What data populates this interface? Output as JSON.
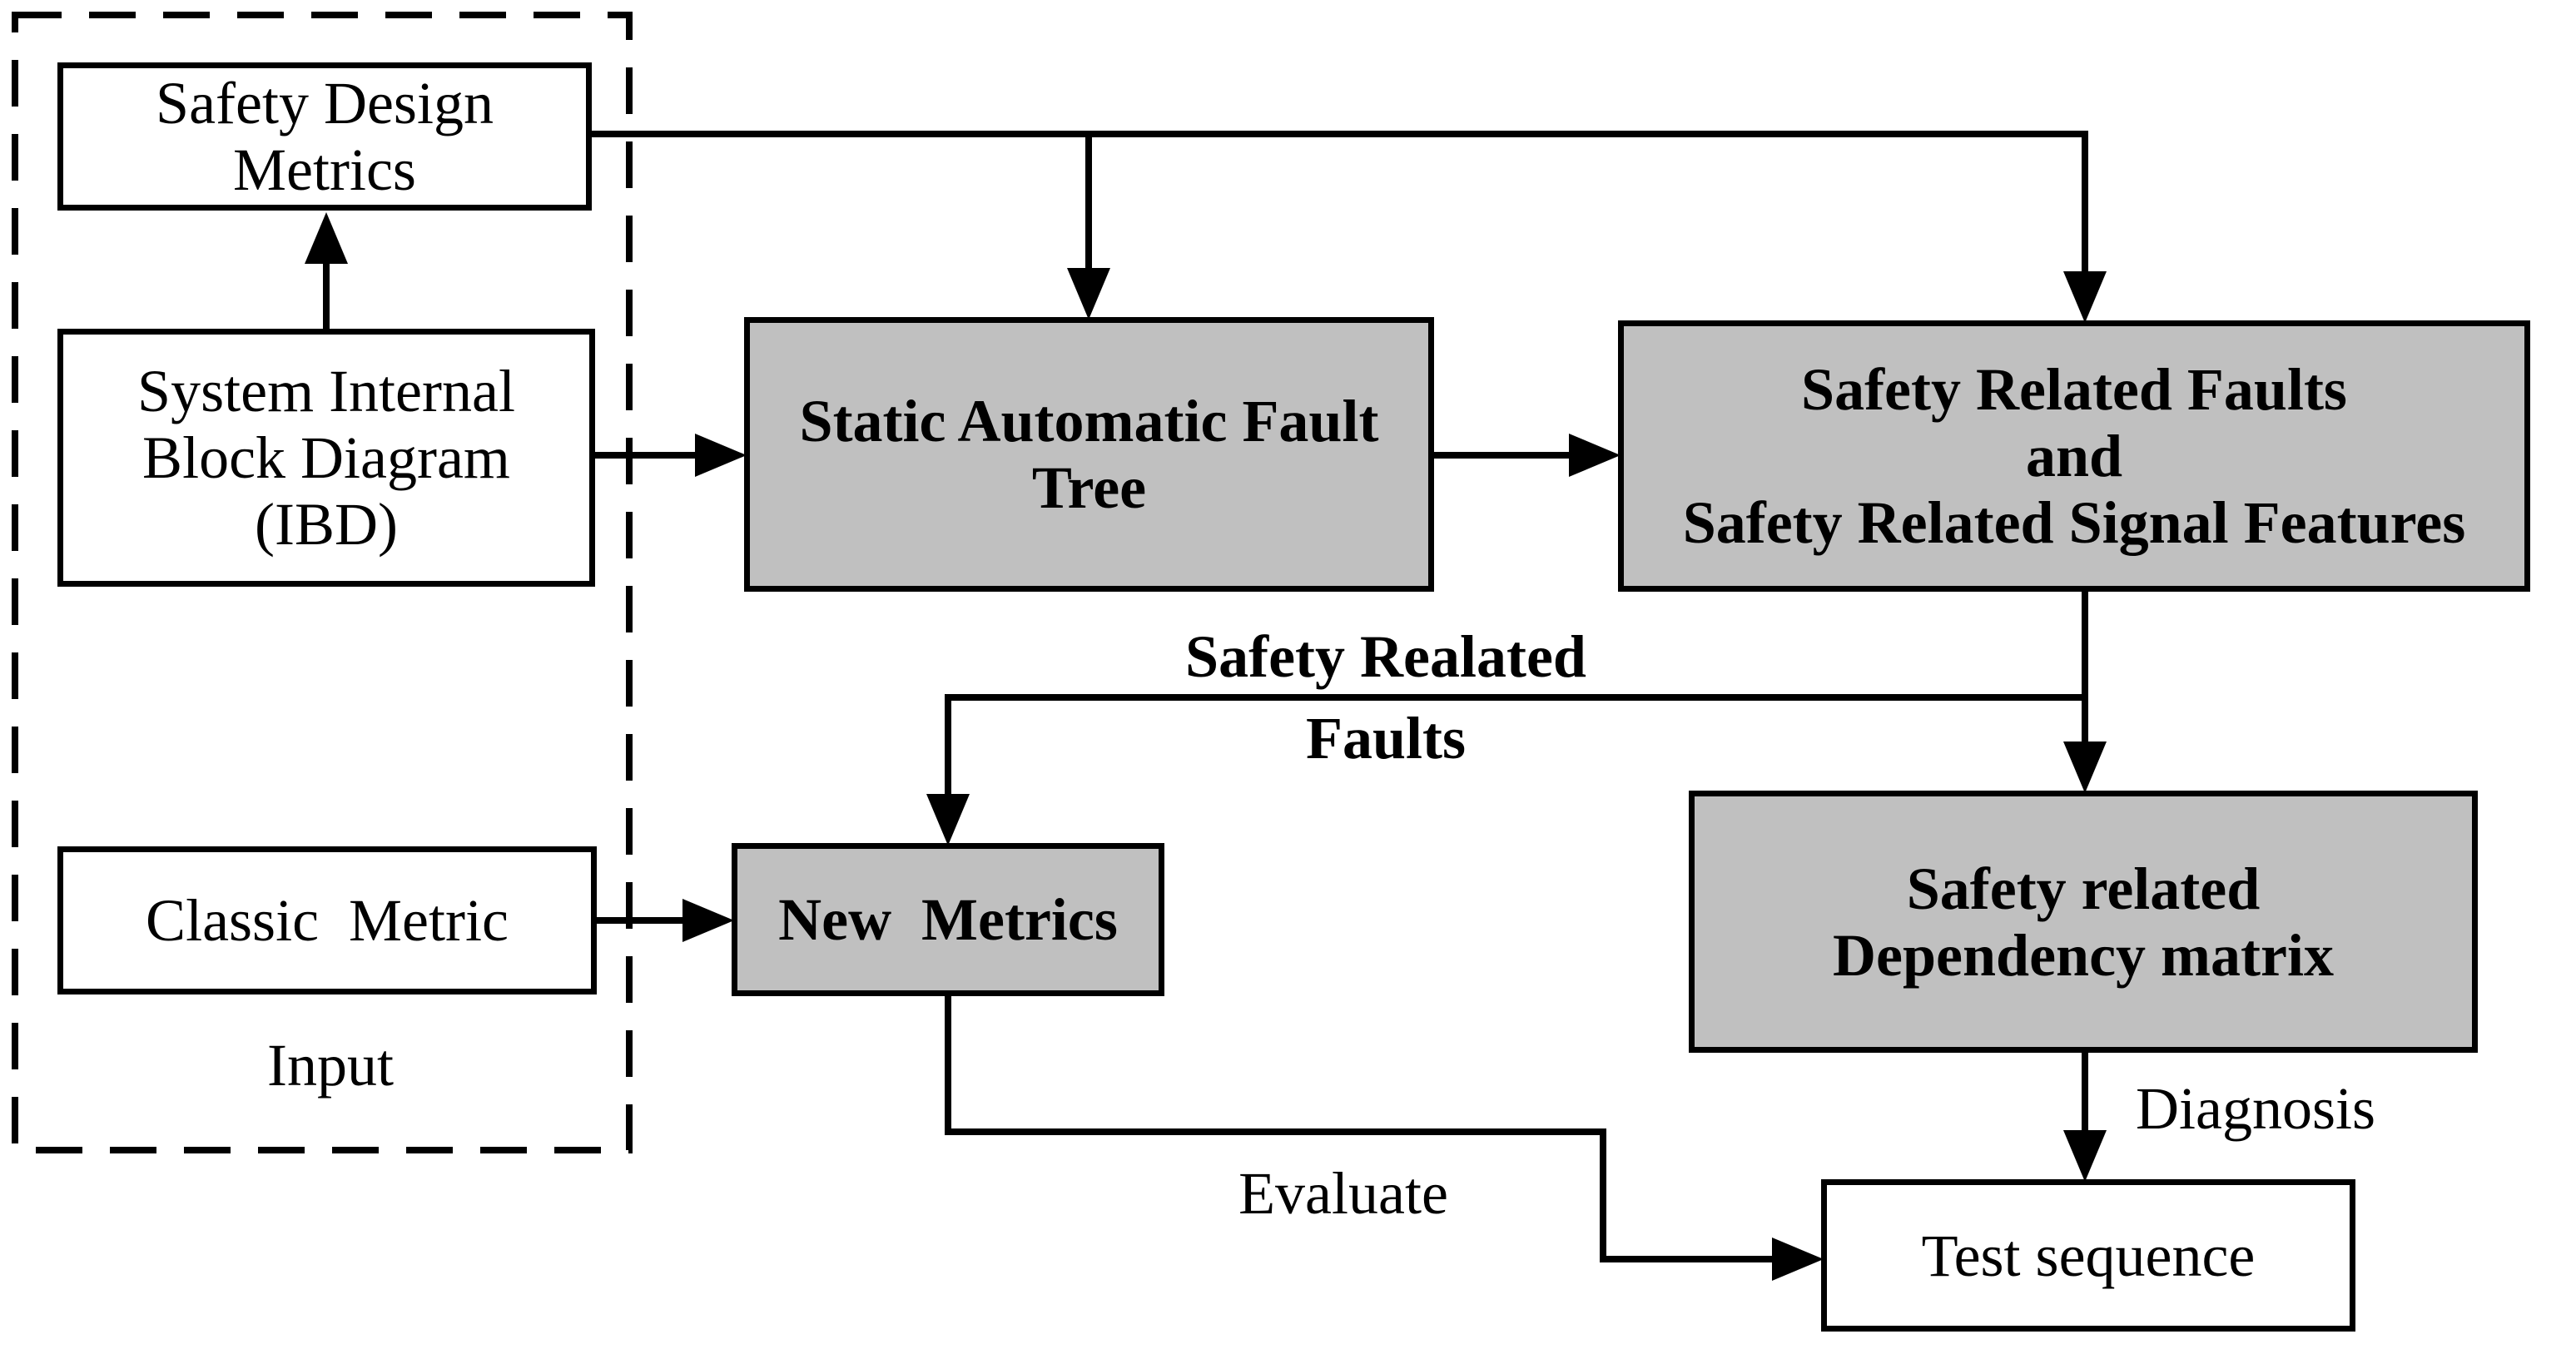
{
  "colors": {
    "background": "#ffffff",
    "line": "#000000",
    "box_fill_gray": "#c0c0c0",
    "box_fill_white": "#ffffff"
  },
  "input_group": {
    "label": "Input",
    "safety_design_metrics": "Safety Design\nMetrics",
    "system_ibd": "System Internal\nBlock Diagram\n(IBD)",
    "classic_metric": "Classic  Metric"
  },
  "nodes": {
    "static_fault_tree": "Static Automatic Fault\nTree",
    "safety_related_faults": "Safety Related Faults\nand\nSafety Related Signal Features",
    "new_metrics": "New  Metrics",
    "dependency_matrix": "Safety related\nDependency matrix",
    "test_sequence": "Test sequence"
  },
  "edge_labels": {
    "safety_realated_faults": "Safety Realated\nFaults",
    "evaluate": "Evaluate",
    "diagnosis": "Diagnosis"
  }
}
